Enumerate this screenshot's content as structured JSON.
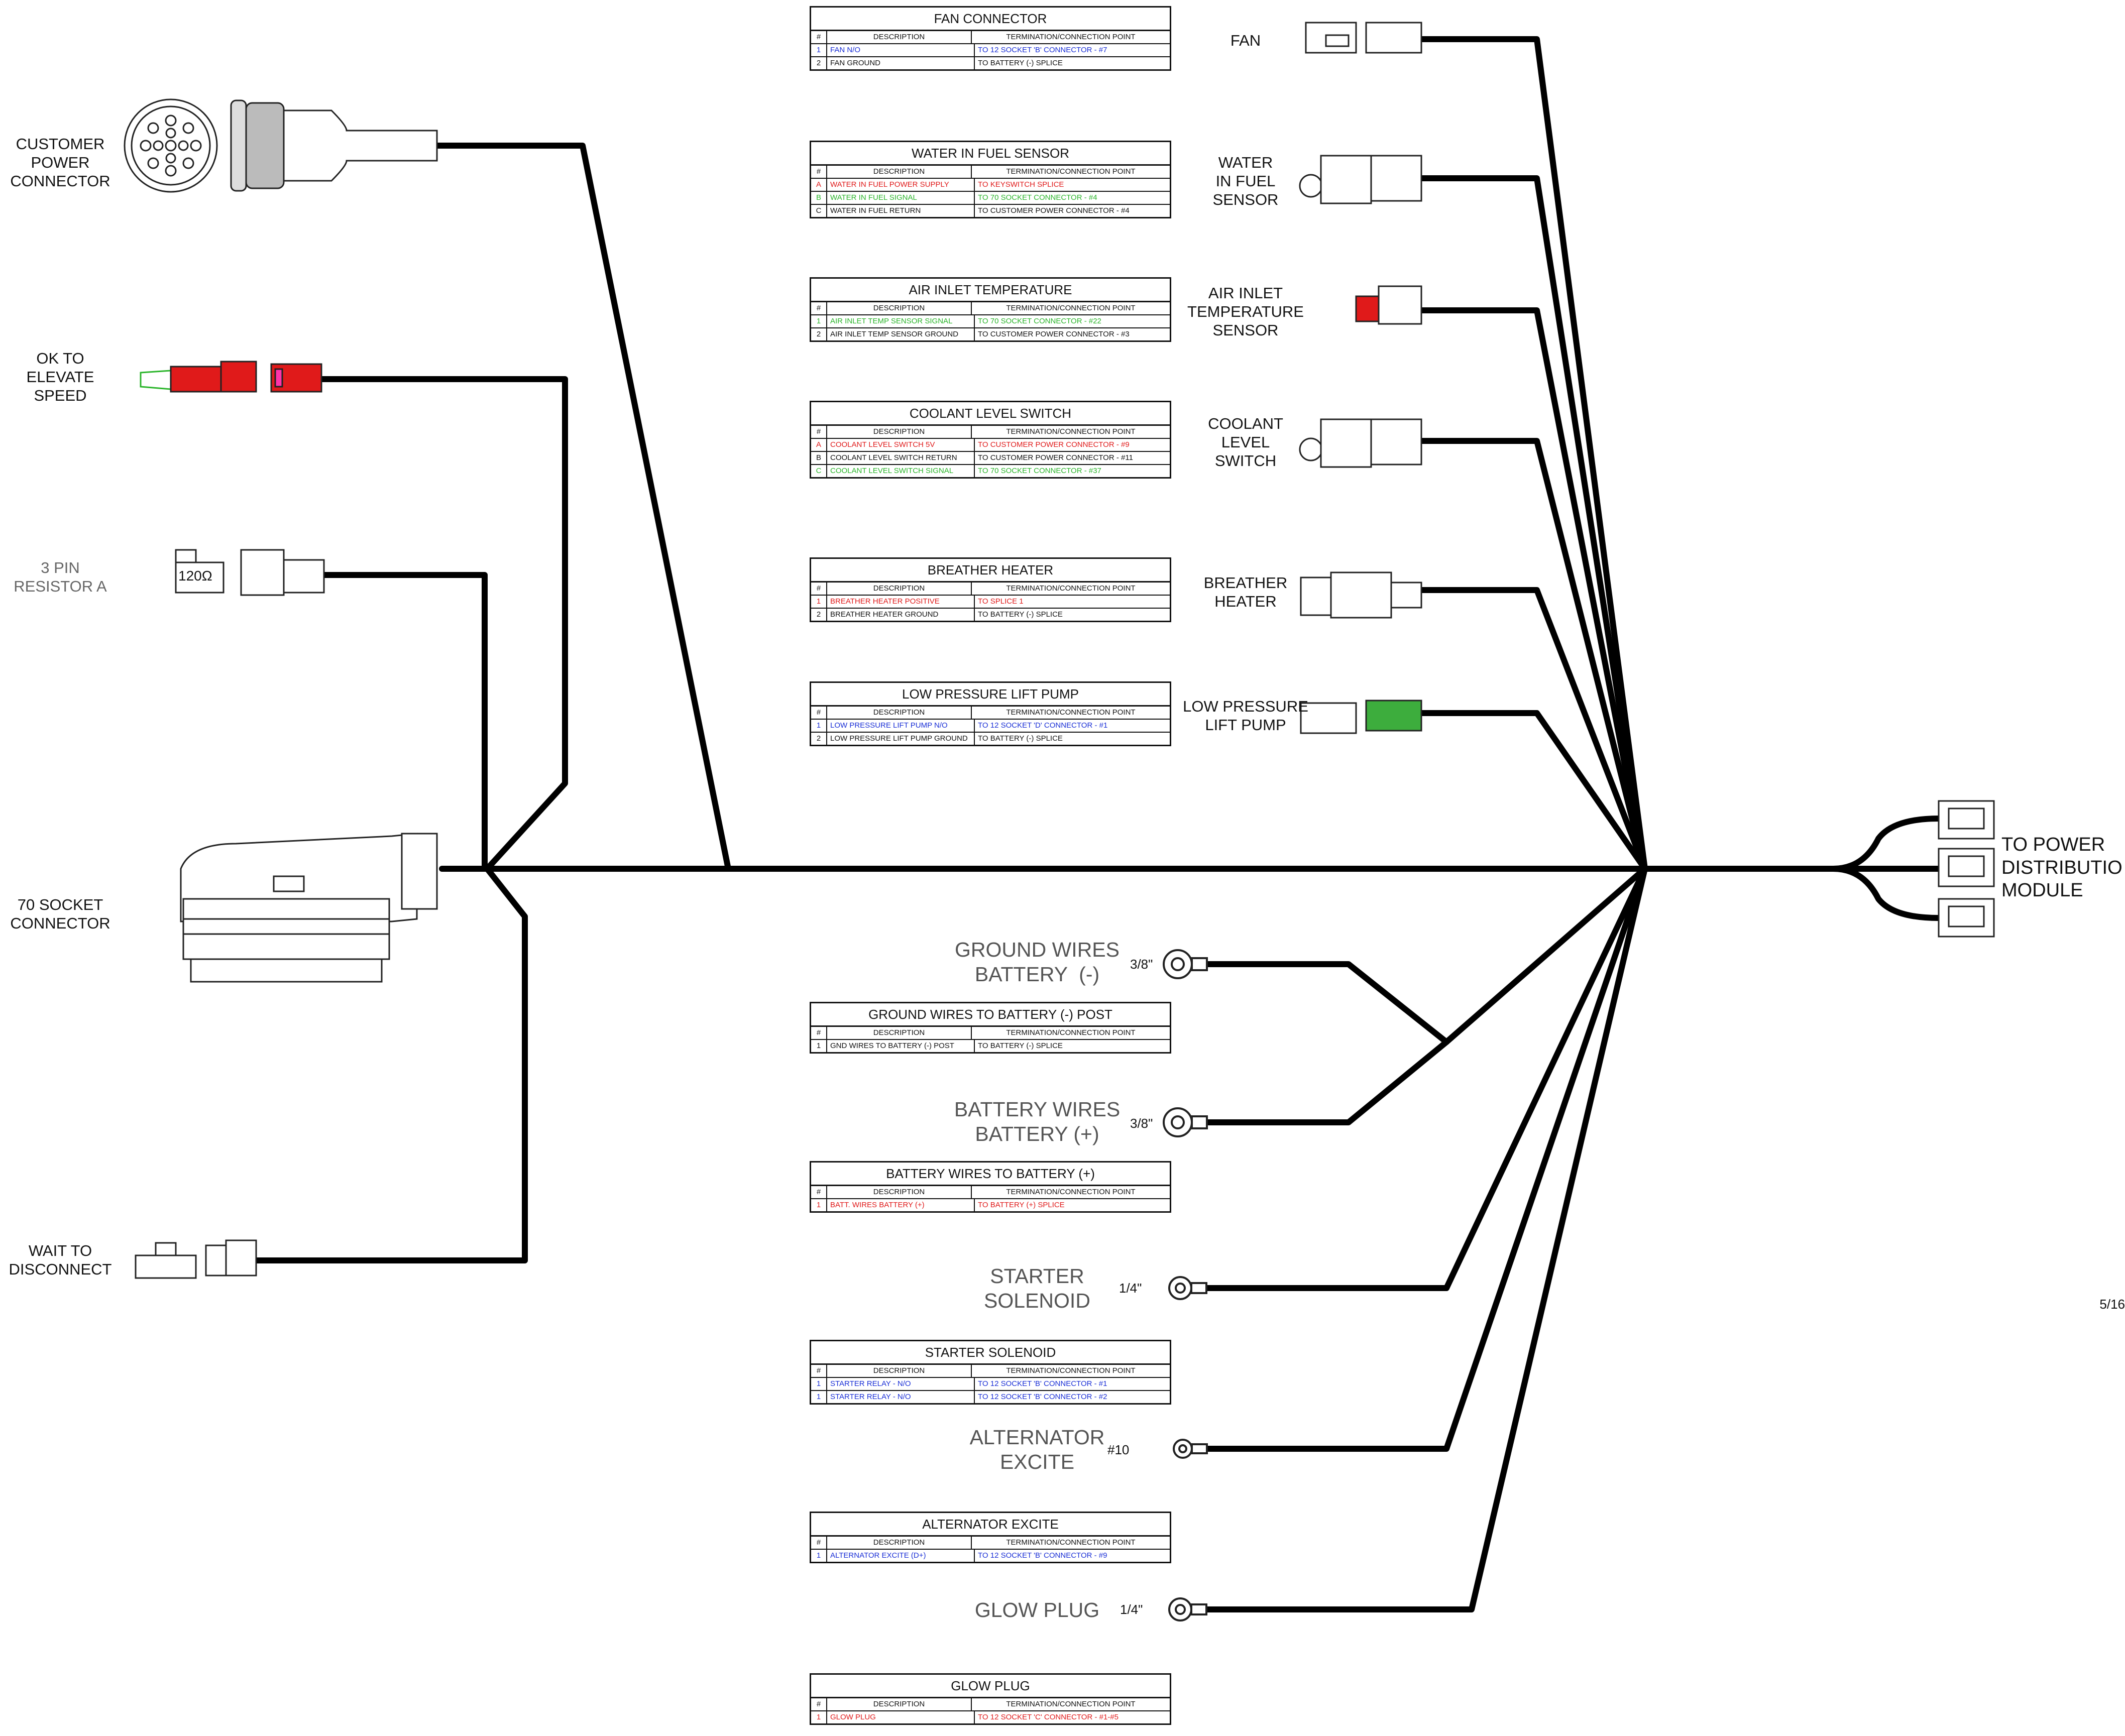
{
  "left_labels": {
    "customer_power": "CUSTOMER\nPOWER\nCONNECTOR",
    "ok_to_elevate": "OK TO\nELEVATE\nSPEED",
    "resistor": "3 PIN\nRESISTOR A",
    "resistor_value": "120Ω",
    "seventy_socket": "70 SOCKET\nCONNECTOR",
    "wait_to_disconnect": "WAIT TO\nDISCONNECT"
  },
  "right_labels": {
    "fan": "FAN",
    "water_in_fuel": "WATER\nIN FUEL\nSENSOR",
    "air_inlet": "AIR INLET\nTEMPERATURE\nSENSOR",
    "coolant": "COOLANT\nLEVEL\nSWITCH",
    "breather": "BREATHER\nHEATER",
    "lift_pump": "LOW PRESSURE\nLIFT PUMP",
    "power_dist": "TO POWER\nDISTRIBUTIO\nMODULE"
  },
  "mid_labels": {
    "ground": "GROUND WIRES\nBATTERY  (-)",
    "battery": "BATTERY WIRES\nBATTERY (+)",
    "starter": "STARTER\nSOLENOID",
    "alternator": "ALTERNATOR\nEXCITE",
    "glow": "GLOW PLUG"
  },
  "ring_sizes": {
    "ground": "3/8\"",
    "battery": "3/8\"",
    "starter": "1/4\"",
    "alternator": "#10",
    "glow": "1/4\""
  },
  "page_number": "5/16",
  "table_header": {
    "num": "#",
    "desc": "DESCRIPTION",
    "term": "TERMINATION/CONNECTION POINT"
  },
  "colors": {
    "wire": "#000000",
    "red": "#e01a1a",
    "green": "#2bb52b",
    "blue": "#1a2fd6"
  },
  "tables": [
    {
      "id": "fan",
      "title": "FAN CONNECTOR",
      "rows": [
        {
          "n": "1",
          "desc": "FAN N/O",
          "term": "TO 12 SOCKET 'B' CONNECTOR - #7",
          "color": "blue"
        },
        {
          "n": "2",
          "desc": "FAN GROUND",
          "term": "TO BATTERY (-) SPLICE",
          "color": "black"
        }
      ]
    },
    {
      "id": "water",
      "title": "WATER IN FUEL SENSOR",
      "rows": [
        {
          "n": "A",
          "desc": "WATER IN FUEL POWER SUPPLY",
          "term": "TO KEYSWITCH SPLICE",
          "color": "red"
        },
        {
          "n": "B",
          "desc": "WATER IN FUEL SIGNAL",
          "term": "TO 70 SOCKET CONNECTOR - #4",
          "color": "green"
        },
        {
          "n": "C",
          "desc": "WATER IN FUEL RETURN",
          "term": "TO CUSTOMER POWER CONNECTOR - #4",
          "color": "black"
        }
      ]
    },
    {
      "id": "air",
      "title": "AIR INLET TEMPERATURE",
      "rows": [
        {
          "n": "1",
          "desc": "AIR INLET TEMP SENSOR SIGNAL",
          "term": "TO 70 SOCKET CONNECTOR - #22",
          "color": "green"
        },
        {
          "n": "2",
          "desc": "AIR INLET TEMP SENSOR GROUND",
          "term": "TO CUSTOMER POWER CONNECTOR - #3",
          "color": "black"
        }
      ]
    },
    {
      "id": "coolant",
      "title": "COOLANT LEVEL SWITCH",
      "rows": [
        {
          "n": "A",
          "desc": "COOLANT LEVEL SWITCH 5V",
          "term": "TO CUSTOMER POWER CONNECTOR - #9",
          "color": "red"
        },
        {
          "n": "B",
          "desc": "COOLANT LEVEL SWITCH RETURN",
          "term": "TO CUSTOMER POWER CONNECTOR - #11",
          "color": "black"
        },
        {
          "n": "C",
          "desc": "COOLANT LEVEL SWITCH SIGNAL",
          "term": "TO 70 SOCKET CONNECTOR - #37",
          "color": "green"
        }
      ]
    },
    {
      "id": "breather",
      "title": "BREATHER HEATER",
      "rows": [
        {
          "n": "1",
          "desc": "BREATHER HEATER POSITIVE",
          "term": "TO SPLICE 1",
          "color": "red"
        },
        {
          "n": "2",
          "desc": "BREATHER HEATER GROUND",
          "term": "TO BATTERY (-) SPLICE",
          "color": "black"
        }
      ]
    },
    {
      "id": "lift",
      "title": "LOW PRESSURE LIFT PUMP",
      "rows": [
        {
          "n": "1",
          "desc": "LOW PRESSURE LIFT PUMP N/O",
          "term": "TO 12 SOCKET 'D' CONNECTOR - #1",
          "color": "blue"
        },
        {
          "n": "2",
          "desc": "LOW PRESSURE LIFT PUMP GROUND",
          "term": "TO BATTERY (-) SPLICE",
          "color": "black"
        }
      ]
    },
    {
      "id": "ground",
      "title": "GROUND WIRES TO BATTERY (-) POST",
      "rows": [
        {
          "n": "1",
          "desc": "GND WIRES TO BATTERY (-) POST",
          "term": "TO BATTERY (-) SPLICE",
          "color": "black"
        }
      ]
    },
    {
      "id": "battery",
      "title": "BATTERY WIRES TO BATTERY (+)",
      "rows": [
        {
          "n": "1",
          "desc": "BATT. WIRES BATTERY (+)",
          "term": "TO BATTERY (+) SPLICE",
          "color": "red"
        }
      ]
    },
    {
      "id": "starter",
      "title": "STARTER SOLENOID",
      "rows": [
        {
          "n": "1",
          "desc": "STARTER RELAY - N/O",
          "term": "TO 12 SOCKET 'B' CONNECTOR - #1",
          "color": "blue"
        },
        {
          "n": "1",
          "desc": "STARTER RELAY - N/O",
          "term": "TO 12 SOCKET 'B' CONNECTOR - #2",
          "color": "blue"
        }
      ]
    },
    {
      "id": "alternator",
      "title": "ALTERNATOR EXCITE",
      "rows": [
        {
          "n": "1",
          "desc": "ALTERNATOR EXCITE (D+)",
          "term": "TO 12 SOCKET 'B' CONNECTOR - #9",
          "color": "blue"
        }
      ]
    },
    {
      "id": "glow",
      "title": "GLOW PLUG",
      "rows": [
        {
          "n": "1",
          "desc": "GLOW PLUG",
          "term": "TO 12 SOCKET 'C' CONNECTOR - #1-#5",
          "color": "red"
        }
      ]
    }
  ]
}
